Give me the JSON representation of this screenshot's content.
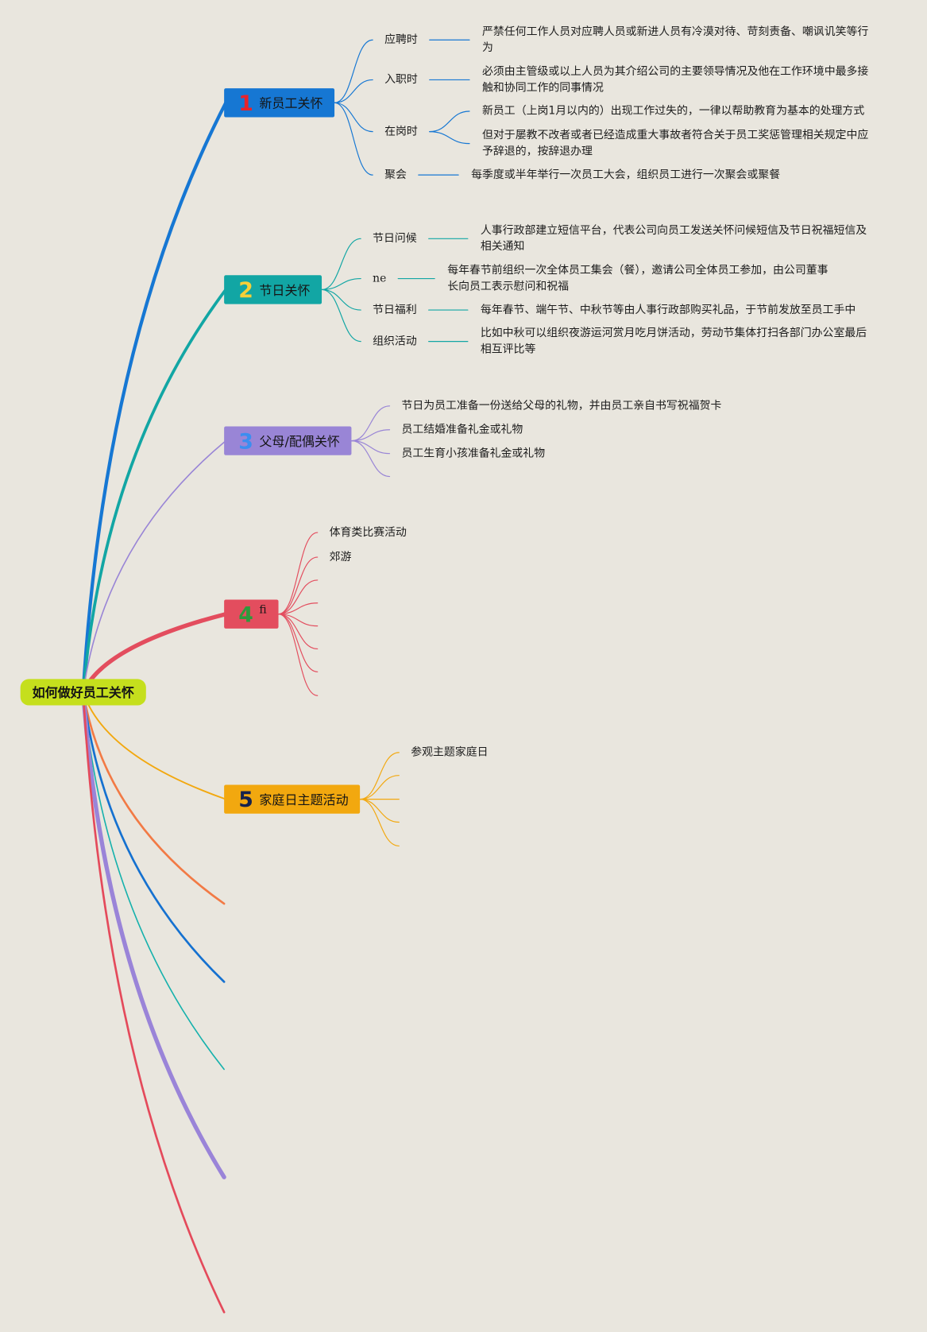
{
  "root": {
    "label": "如何做好员工关怀",
    "color": "#c5df1d"
  },
  "branches": [
    {
      "number": "1",
      "label": "新员工关怀",
      "color": "#1677d3",
      "number_color": "#e8232b",
      "topics": [
        {
          "label": "应聘时",
          "details": [
            "严禁任何工作人员对应聘人员或新进人员有冷漠对待、苛刻责备、嘲讽讥笑等行为"
          ]
        },
        {
          "label": "入职时",
          "details": [
            "必须由主管级或以上人员为其介绍公司的主要领导情况及他在工作环境中最多接触和协同工作的同事情况"
          ]
        },
        {
          "label": "在岗时",
          "details": [
            "新员工（上岗1月以内的）出现工作过失的，一律以帮助教育为基本的处理方式",
            "但对于屡教不改者或者已经造成重大事故者符合关于员工奖惩管理相关规定中应予辞退的，按辞退办理"
          ]
        },
        {
          "label": "聚会",
          "details": [
            "每季度或半年举行一次员工大会，组织员工进行一次聚会或聚餐"
          ]
        }
      ]
    },
    {
      "number": "2",
      "label": "节日关怀",
      "color": "#12a6a4",
      "number_color": "#f6cf38",
      "topics": [
        {
          "label": "节日问候",
          "details": [
            "人事行政部建立短信平台，代表公司向员工发送关怀问候短信及节日祝福短信及相关通知"
          ]
        },
        {
          "label": "ne",
          "details": [
            "每年春节前组织一次全体员工集会（餐），邀请公司全体员工参加，由公司董事长向员工表示慰问和祝福"
          ]
        },
        {
          "label": "节日福利",
          "details": [
            "每年春节、端午节、中秋节等由人事行政部购买礼品，于节前发放至员工手中"
          ]
        },
        {
          "label": "组织活动",
          "details": [
            "比如中秋可以组织夜游运河赏月吃月饼活动，劳动节集体打扫各部门办公室最后相互评比等"
          ]
        }
      ]
    },
    {
      "number": "3",
      "label": "父母/配偶关怀",
      "color": "#9985d6",
      "number_color": "#3b8ef0",
      "topics": [
        {
          "label": "节日为员工准备一份送给父母的礼物，并由员工亲自书写祝福贺卡"
        },
        {
          "label": "员工结婚准备礼金或礼物"
        },
        {
          "label": "员工生育小孩准备礼金或礼物"
        },
        {
          "label": ""
        }
      ]
    },
    {
      "number": "4",
      "label": "fi",
      "color": "#e34d5e",
      "number_color": "#2e9a3c",
      "topics": [
        {
          "label": "体育类比赛活动"
        },
        {
          "label": "郊游"
        },
        {
          "label": ""
        },
        {
          "label": ""
        },
        {
          "label": ""
        },
        {
          "label": ""
        },
        {
          "label": ""
        },
        {
          "label": ""
        }
      ]
    },
    {
      "number": "5",
      "label": "家庭日主题活动",
      "color": "#f2a80f",
      "number_color": "#15224d",
      "topics": [
        {
          "label": "参观主题家庭日"
        },
        {
          "label": ""
        },
        {
          "label": ""
        },
        {
          "label": ""
        },
        {
          "label": ""
        }
      ]
    }
  ],
  "empty_branches": [
    {
      "color": "#f27a45"
    },
    {
      "color": "#1571d0"
    },
    {
      "color": "#15b1ac"
    },
    {
      "color": "#9a84d8"
    },
    {
      "color": "#e44a5b"
    }
  ]
}
